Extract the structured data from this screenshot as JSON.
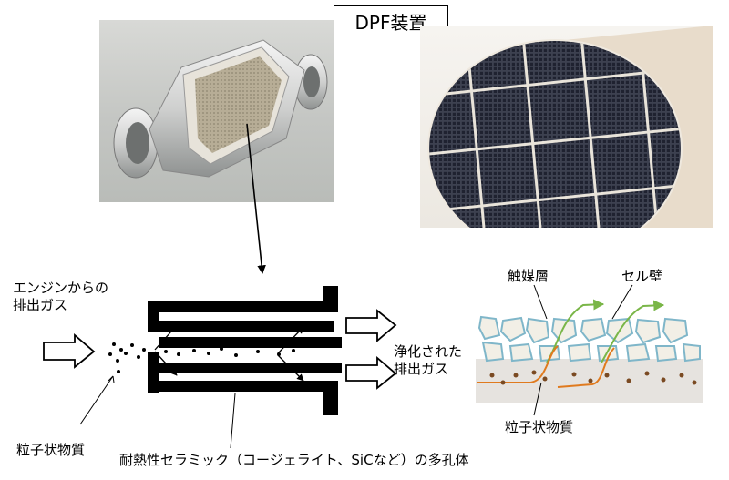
{
  "title": "DPF装置",
  "labels": {
    "inlet_gas": "エンジンからの\n排出ガス",
    "outlet_gas": "浄化された\n排出ガス",
    "particulate_left": "粒子状物質",
    "ceramic": "耐熱性セラミック（コージェライト、SiCなど）の多孔体",
    "catalyst_layer": "触媒層",
    "cell_wall": "セル壁",
    "particulate_right": "粒子状物質"
  },
  "images": {
    "photo_left": "DPF canister cutaway photo",
    "photo_right": "honeycomb filter cross-section photo"
  },
  "colors": {
    "green_arrow": "#7ab648",
    "orange_path": "#e07a1e",
    "cell_outline": "#7fb6c9",
    "particle": "#7a4a22"
  }
}
